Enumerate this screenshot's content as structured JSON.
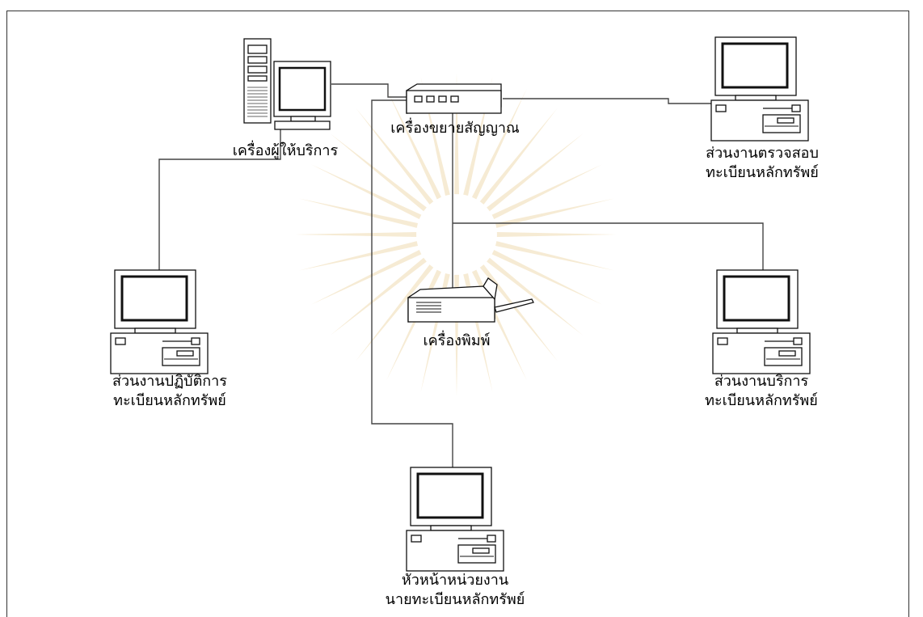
{
  "diagram": {
    "nodes": {
      "server": {
        "label": "เครื่องผู้ให้บริการ",
        "icon": "server-workstation-icon"
      },
      "repeater": {
        "label": "เครื่องขยายสัญญาณ",
        "icon": "network-hub-icon"
      },
      "printer": {
        "label": "เครื่องพิมพ์",
        "icon": "printer-icon"
      },
      "audit": {
        "line1": "ส่วนงานตรวจสอบ",
        "line2": "ทะเบียนหลักทรัพย์",
        "icon": "desktop-computer-icon"
      },
      "operation": {
        "line1": "ส่วนงานปฏิบัติการ",
        "line2": "ทะเบียนหลักทรัพย์",
        "icon": "desktop-computer-icon"
      },
      "service": {
        "line1": "ส่วนงานบริการ",
        "line2": "ทะเบียนหลักทรัพย์",
        "icon": "desktop-computer-icon"
      },
      "head": {
        "line1": "หัวหน้าหน่วยงาน",
        "line2": "นายทะเบียนหลักทรัพย์",
        "icon": "desktop-computer-icon"
      }
    },
    "watermark_color": "#d9a640"
  }
}
